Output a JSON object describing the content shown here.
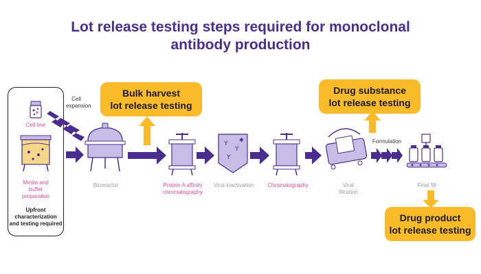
{
  "title": {
    "line1": "Lot release testing steps required for monoclonal",
    "line2": "antibody production"
  },
  "callouts": {
    "bulk_harvest": {
      "line1": "Bulk harvest",
      "line2": "lot release testing"
    },
    "drug_substance": {
      "line1": "Drug substance",
      "line2": "lot release testing"
    },
    "drug_product": {
      "line1": "Drug product",
      "line2": "lot release testing"
    }
  },
  "steps": {
    "cell_line": "Cell line",
    "media": {
      "line1": "Media and",
      "line2": "buffer",
      "line3": "preparation"
    },
    "upfront": {
      "line1": "Upfront",
      "line2": "characterization",
      "line3": "and testing required"
    },
    "cell_expansion": {
      "line1": "Cell",
      "line2": "expansion"
    },
    "bioreactor": "Bioreactor",
    "protein_a": {
      "line1": "Protein A affinity",
      "line2": "chromatography"
    },
    "viral_inactivation": "Viral inactivation",
    "chromatography": "Chromatography",
    "viral_filtration": {
      "line1": "Viral",
      "line2": "filtration"
    },
    "formulation": "Formulation",
    "final_fill": "Final fill"
  },
  "colors": {
    "arrow": "#4b2d8f",
    "callout": "#f9bb2a",
    "pink_label": "#e04b9c",
    "grey_label": "#999999"
  }
}
